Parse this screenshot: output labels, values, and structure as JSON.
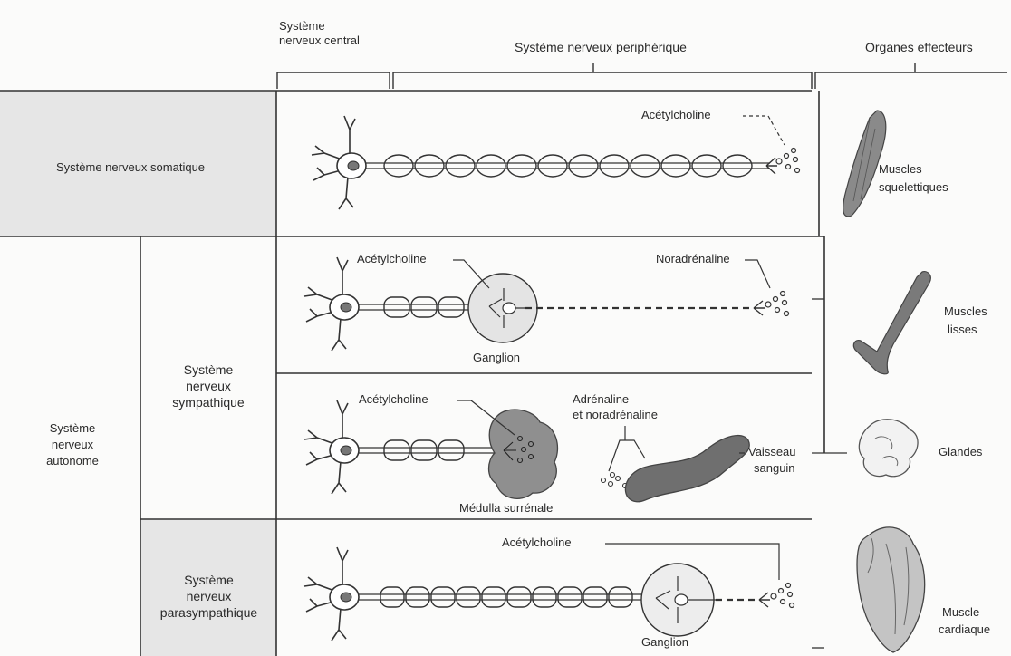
{
  "headers": {
    "central_line1": "Système",
    "central_line2": "nerveux central",
    "peripheral": "Système nerveux periphérique",
    "effectors": "Organes effecteurs"
  },
  "systems": {
    "somatic": "Système nerveux somatique",
    "autonomic_line1": "Système",
    "autonomic_line2": "nerveux",
    "autonomic_line3": "autonome",
    "sympathetic_line1": "Système",
    "sympathetic_line2": "nerveux",
    "sympathetic_line3": "sympathique",
    "parasympathetic_line1": "Système",
    "parasympathetic_line2": "nerveux",
    "parasympathetic_line3": "parasympathique"
  },
  "labels": {
    "ach_somatic": "Acétylcholine",
    "ach_symp": "Acétylcholine",
    "noradrenaline": "Noradrénaline",
    "ganglion_symp": "Ganglion",
    "ach_adrenal": "Acétylcholine",
    "adrenaline_line1": "Adrénaline",
    "adrenaline_line2": "et noradrénaline",
    "vessel_line1": "Vaisseau",
    "vessel_line2": "sanguin",
    "medulla": "Médulla surrénale",
    "ach_para": "Acétylcholine",
    "ganglion_para": "Ganglion"
  },
  "effectors": {
    "skeletal_line1": "Muscles",
    "skeletal_line2": "squelettiques",
    "smooth_line1": "Muscles",
    "smooth_line2": "lisses",
    "glands": "Glandes",
    "cardiac_line1": "Muscle",
    "cardiac_line2": "cardiaque"
  },
  "colors": {
    "line": "#333333",
    "shade": "#e6e6e6",
    "organ": "#7a7a7a",
    "organ_dark": "#555555"
  }
}
